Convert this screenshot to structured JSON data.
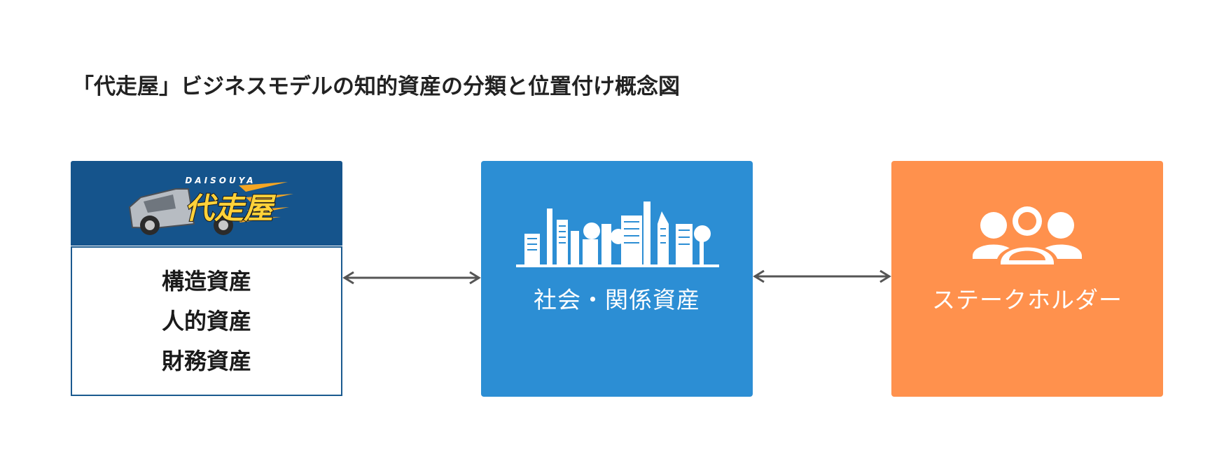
{
  "title": "「代走屋」ビジネスモデルの知的資産の分類と位置付け概念図",
  "colors": {
    "logo_band": "#15548c",
    "left_border": "#1b5a8f",
    "middle": "#2c8ed4",
    "right": "#ff914d",
    "arrow": "#555555"
  },
  "left_box": {
    "logo": {
      "icon": "truck-logo",
      "top_text": "DAISOUYA",
      "brand_text": "代走屋"
    },
    "items": [
      "構造資産",
      "人的資産",
      "財務資産"
    ]
  },
  "middle_box": {
    "icon": "city-skyline-icon",
    "label": "社会・関係資産"
  },
  "right_box": {
    "icon": "group-of-people-icon",
    "label": "ステークホルダー"
  },
  "connections": [
    {
      "from": "left_box",
      "to": "middle_box",
      "type": "bidirectional-arrow"
    },
    {
      "from": "middle_box",
      "to": "right_box",
      "type": "bidirectional-arrow"
    }
  ]
}
